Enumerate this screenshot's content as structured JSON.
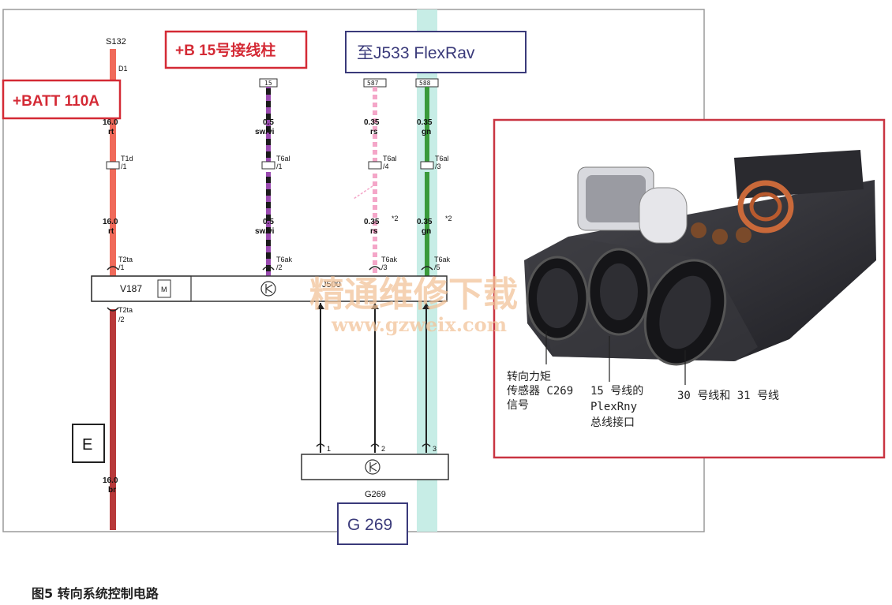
{
  "labels": {
    "batt": "+BATT 110A",
    "plus_b": "+B  15号接线柱",
    "to_j533": "至J533    FlexRav",
    "g269_box": "G 269",
    "e_box": "E",
    "caption": "图5    转向系统控制电路"
  },
  "splice": {
    "name": "S132",
    "pin": "D1"
  },
  "wires": {
    "w1_top_gauge": "16.0",
    "w1_top_color": "rt",
    "w1_mid_gauge": "16.0",
    "w1_mid_color": "rt",
    "w1_bot_gauge": "16.0",
    "w1_bot_color": "br",
    "w2_term": "15",
    "w2_top_gauge": "0.5",
    "w2_top_color": "sw/vi",
    "w2_mid_gauge": "0.5",
    "w2_mid_color": "sw/vi",
    "w3_term": "587",
    "w3_top_gauge": "0.35",
    "w3_top_color": "rs",
    "w3_mid_gauge": "0.35",
    "w3_mid_color": "rs",
    "w3_note": "*2",
    "w4_term": "588",
    "w4_top_gauge": "0.35",
    "w4_top_color": "gn",
    "w4_mid_gauge": "0.35",
    "w4_mid_color": "gn",
    "w4_note": "*2"
  },
  "connectors": {
    "t1d": "T1d",
    "t1d_pin": "/1",
    "t6al_a": "T6al",
    "t6al_a_pin": "/1",
    "t6al_b": "T6al",
    "t6al_b_pin": "/4",
    "t6al_c": "T6al",
    "t6al_c_pin": "/3",
    "t2ta_top": "T2ta",
    "t2ta_top_pin": "/1",
    "t6ak_a": "T6ak",
    "t6ak_a_pin": "/2",
    "t6ak_b": "T6ak",
    "t6ak_b_pin": "/3",
    "t6ak_c": "T6ak",
    "t6ak_c_pin": "/5",
    "t2ta_bot": "T2ta",
    "t2ta_bot_pin": "/2",
    "g_pin1": "1",
    "g_pin2": "2",
    "g_pin3": "3"
  },
  "components": {
    "v187": "V187",
    "j500": "J500",
    "g269": "G269",
    "motor_m": "M"
  },
  "photo_callouts": {
    "c1": [
      "转向力矩",
      "传感器 C269",
      "信号"
    ],
    "c2": [
      "15 号线的",
      "PlexRny",
      "总线接口"
    ],
    "c3": "30 号线和 31 号线"
  },
  "watermark": {
    "cn": "精通维修下载",
    "url": "www.gzweix.com"
  },
  "colors": {
    "red_label": "#d42a35",
    "blue_label": "#3a3a7a",
    "wire_red": "#f06a5a",
    "wire_brown": "#b8393a",
    "wire_pink": "#f4a6c8",
    "wire_green": "#3a9a3a",
    "wire_violet": "#7a3a8a"
  }
}
